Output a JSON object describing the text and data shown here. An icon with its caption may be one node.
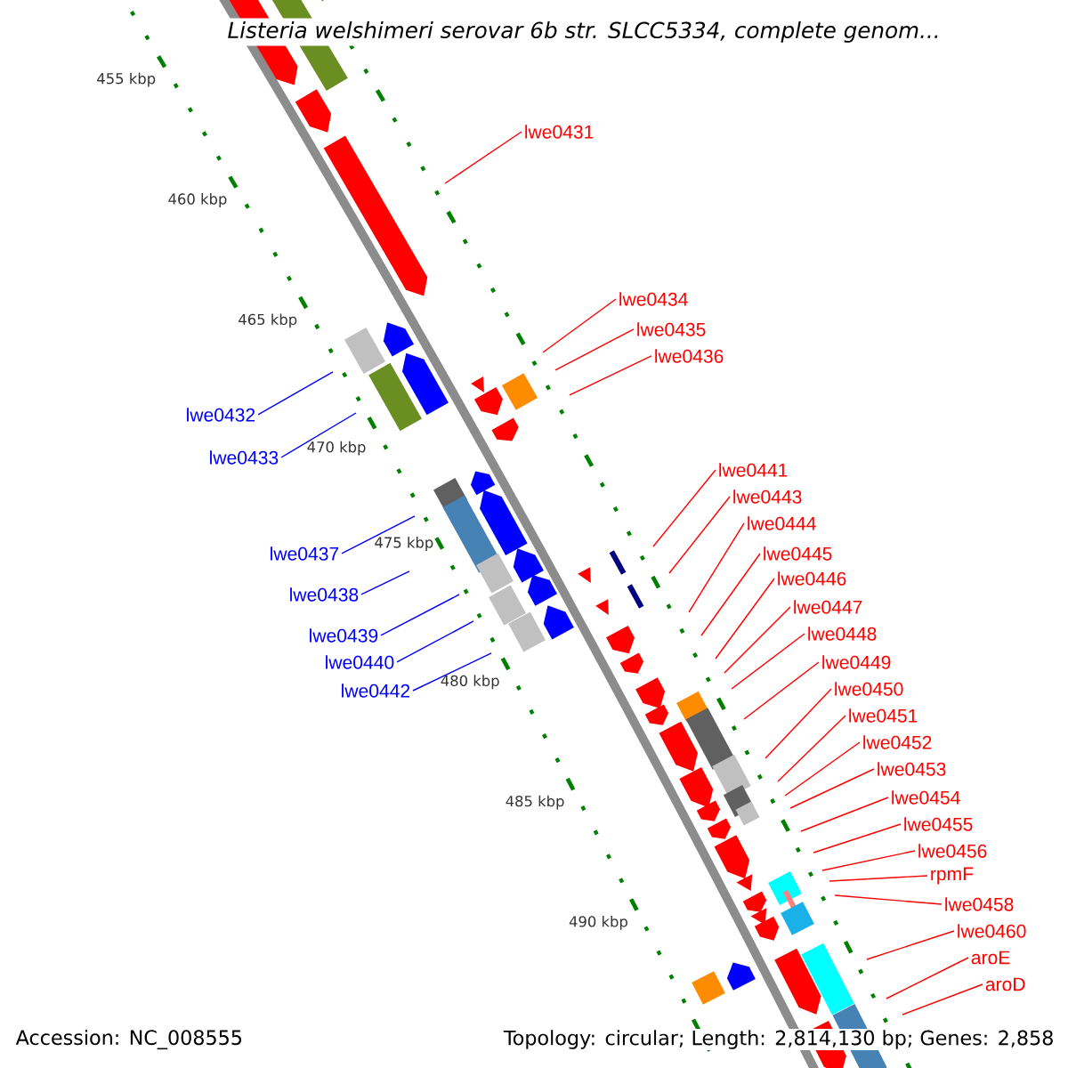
{
  "diagram": {
    "title": "Listeria welshimeri serovar 6b str. SLCC5334, complete genom...",
    "nodes": [
      {
        "text": [
          "lwe0431"
        ]
      },
      {
        "text": [
          "lwe0434"
        ]
      },
      {
        "text": [
          "lwe0435"
        ]
      },
      {
        "text": [
          "lwe0436"
        ]
      },
      {
        "text": [
          "lwe0441"
        ]
      },
      {
        "text": [
          "lwe0443"
        ]
      },
      {
        "text": [
          "lwe0444"
        ]
      },
      {
        "text": [
          "lwe0445"
        ]
      },
      {
        "text": [
          "lwe0446"
        ]
      },
      {
        "text": [
          "lwe0447"
        ]
      },
      {
        "text": [
          "lwe0448"
        ]
      },
      {
        "text": [
          "lwe0449"
        ]
      },
      {
        "text": [
          "lwe0450"
        ]
      },
      {
        "text": [
          "lwe0451"
        ]
      },
      {
        "text": [
          "lwe0452"
        ]
      },
      {
        "text": [
          "lwe0453"
        ]
      },
      {
        "text": [
          "lwe0454"
        ]
      },
      {
        "text": [
          "lwe0455"
        ]
      },
      {
        "text": [
          "lwe0456"
        ]
      },
      {
        "text": [
          "rpmF"
        ]
      },
      {
        "text": [
          "lwe0458"
        ]
      },
      {
        "text": [
          "lwe0460"
        ]
      },
      {
        "text": [
          "aroE"
        ]
      },
      {
        "text": [
          "aroD"
        ]
      },
      {
        "text": [
          "lwe0432"
        ]
      },
      {
        "text": [
          "lwe0433"
        ]
      },
      {
        "text": [
          "lwe0437"
        ]
      },
      {
        "text": [
          "lwe0438"
        ]
      },
      {
        "text": [
          "lwe0439"
        ]
      },
      {
        "text": [
          "lwe0440"
        ]
      },
      {
        "text": [
          "lwe0442"
        ]
      }
    ],
    "edges": [
      {
        "from": 0,
        "to": null,
        "arrow": "none"
      },
      {
        "from": 1,
        "to": null,
        "arrow": "none"
      },
      {
        "from": 2,
        "to": null,
        "arrow": "none"
      },
      {
        "from": 3,
        "to": null,
        "arrow": "none"
      },
      {
        "from": 4,
        "to": null,
        "arrow": "none"
      },
      {
        "from": 5,
        "to": null,
        "arrow": "none"
      },
      {
        "from": 6,
        "to": null,
        "arrow": "none"
      },
      {
        "from": 7,
        "to": null,
        "arrow": "none"
      },
      {
        "from": 8,
        "to": null,
        "arrow": "none"
      },
      {
        "from": 9,
        "to": null,
        "arrow": "none"
      },
      {
        "from": 10,
        "to": null,
        "arrow": "none"
      },
      {
        "from": 11,
        "to": null,
        "arrow": "none"
      },
      {
        "from": 12,
        "to": null,
        "arrow": "none"
      },
      {
        "from": 13,
        "to": null,
        "arrow": "none"
      },
      {
        "from": 14,
        "to": null,
        "arrow": "none"
      },
      {
        "from": 15,
        "to": null,
        "arrow": "none"
      },
      {
        "from": 16,
        "to": null,
        "arrow": "none"
      },
      {
        "from": 17,
        "to": null,
        "arrow": "none"
      },
      {
        "from": 18,
        "to": null,
        "arrow": "none"
      },
      {
        "from": 19,
        "to": null,
        "arrow": "none"
      },
      {
        "from": 20,
        "to": null,
        "arrow": "none"
      },
      {
        "from": 21,
        "to": null,
        "arrow": "none"
      },
      {
        "from": 22,
        "to": null,
        "arrow": "none"
      },
      {
        "from": 23,
        "to": null,
        "arrow": "none"
      },
      {
        "from": 24,
        "to": null,
        "arrow": "none",
        "color": "#0000ff"
      },
      {
        "from": 25,
        "to": null,
        "arrow": "none",
        "color": "#0000ff"
      },
      {
        "from": 26,
        "to": null,
        "arrow": "none",
        "color": "#0000ff"
      },
      {
        "from": 27,
        "to": null,
        "arrow": "none",
        "color": "#0000ff"
      },
      {
        "from": 28,
        "to": null,
        "arrow": "none",
        "color": "#0000ff"
      },
      {
        "from": 29,
        "to": null,
        "arrow": "none",
        "color": "#0000ff"
      },
      {
        "from": 30,
        "to": null,
        "arrow": "none",
        "color": "#0000ff"
      }
    ],
    "labels": [
      "455 kbp",
      "460 kbp",
      "465 kbp",
      "470 kbp",
      "475 kbp",
      "480 kbp",
      "485 kbp",
      "490 kbp",
      "Accession: NC_008555",
      "Topology: circular; Length: 2,814,130 bp; Genes: 2,858"
    ]
  }
}
